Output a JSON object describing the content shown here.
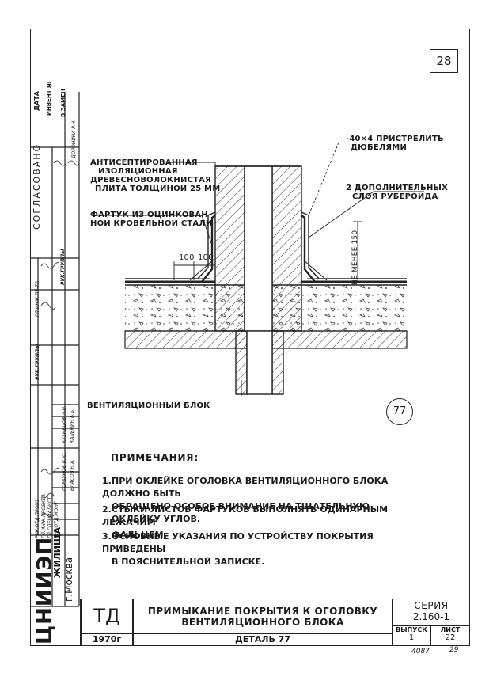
{
  "page_number": "28",
  "labels": {
    "insulation": [
      "АНТИСЕПТИРОВАННАЯ",
      "ИЗОЛЯЦИОННАЯ",
      "ДРЕВЕСНОВОЛОКНИСТАЯ",
      "ПЛИТА ТОЛЩИНОЙ 25 ММ"
    ],
    "apron": [
      "ФАРТУК ИЗ ОЦИНКОВАН-",
      "НОЙ КРОВЕЛЬНОЙ СТАЛИ"
    ],
    "fastening": [
      "-40×4 ПРИСТРЕЛИТЬ",
      "ДЮБЕЛЯМИ"
    ],
    "layers": [
      "2 ДОПОЛНИТЕЛЬНЫХ",
      "СЛОЯ РУБЕРОЙДА"
    ],
    "dim_100a": "100",
    "dim_100b": "100",
    "dim_min150": "НЕ МЕНЕЕ 150",
    "vent_block": "ВЕНТИЛЯЦИОННЫЙ БЛОК",
    "detail_circle": "77"
  },
  "notes": {
    "title": "ПРИМЕЧАНИЯ:",
    "items": [
      {
        "num": "1.",
        "lines": [
          "ПРИ ОКЛЕЙКЕ ОГОЛОВКА ВЕНТИЛЯЦИОННОГО БЛОКА ДОЛЖНО БЫТЬ",
          "ОБРАЩЕНО ОСОБОЕ ВНИМАНИЕ НА ТЩАТЕЛЬНУЮ ОКЛЕЙКУ УГЛОВ."
        ]
      },
      {
        "num": "2.",
        "lines": [
          "СТЫКИ ЛИСТОВ ФАРТУКОВ ВЫПОЛНЯТЬ ОДИНАРНЫМ ЛЕЖАЧИМ",
          "ФАЛЬЦЕМ."
        ]
      },
      {
        "num": "3.",
        "lines": [
          "ОСНОВНЫЕ УКАЗАНИЯ ПО УСТРОЙСТВУ ПОКРЫТИЯ ПРИВЕДЕНЫ",
          "В ПОЯСНИТЕЛЬНОЙ ЗАПИСКЕ."
        ]
      }
    ]
  },
  "title_block": {
    "org": "ЦНИИЭП",
    "org_sub": "ЖИЛИЩА",
    "city": "г.Москва",
    "td": "ТД",
    "year": "1970г",
    "title_line1": "ПРИМЫКАНИЕ ПОКРЫТИЯ К ОГОЛОВКУ",
    "title_line2": "ВЕНТИЛЯЦИОННОГО БЛОКА",
    "detail": "ДЕТАЛЬ 77",
    "series_label": "СЕРИЯ",
    "series_value": "2.160-1",
    "issue_label": "ВЫПУСК",
    "issue_value": "1",
    "sheet_label": "ЛИСТ",
    "sheet_value": "22",
    "stamp_left": "4087",
    "stamp_right": "29"
  },
  "side_block": {
    "agreed": "СОГЛАСОВАНО",
    "date": "ДАТА",
    "inv": "ИНВЕНТ №",
    "replace": "В ЗАМЕН",
    "group_head": "РУК.ГРУППЫ",
    "group_head2": "РУК.ГРУППЫ",
    "names": [
      "КУЗНЕЦОВ А.И.",
      "ГОРБУНОВ Б.Ю.",
      "КАЛЕНИН Б.Б.",
      "ВЛАСОВ Н.А.",
      "ДОРОНИНА Р.Н."
    ],
    "roles": [
      "РУК.ОТД.ПРОИЗ",
      "ГЛ.ИНЖ.ПРОЕКТА",
      "ГЛ.СПЕЦИАЛИСТ",
      "РУК.ОТД.МОНТ",
      "ГЛ.ИНЖ.ПР-ТА"
    ]
  }
}
